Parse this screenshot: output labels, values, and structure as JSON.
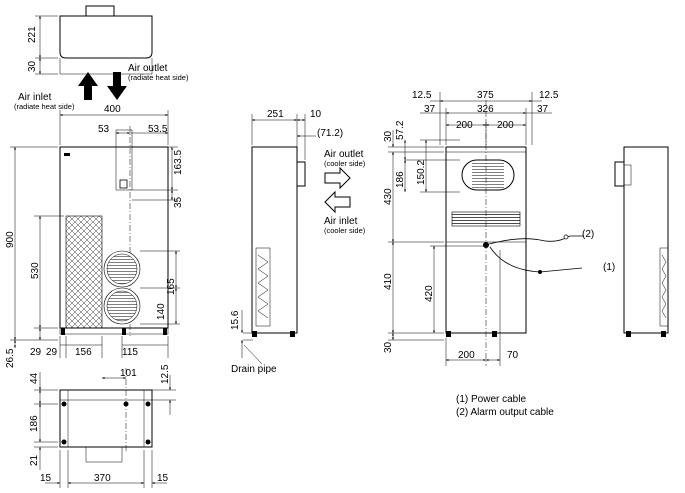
{
  "labels": {
    "air_inlet_top": "Air inlet",
    "air_inlet_top_sub": "(radiate heat side)",
    "air_outlet_top": "Air outlet",
    "air_outlet_top_sub": "(radiate heat side)",
    "air_outlet_side": "Air outlet",
    "air_outlet_side_sub": "(cooler side)",
    "air_inlet_side": "Air inlet",
    "air_inlet_side_sub": "(cooler side)",
    "drain_pipe": "Drain pipe",
    "cable_1_marker": "(1)",
    "cable_2_marker": "(2)",
    "legend_1": "(1) Power cable",
    "legend_2": "(2) Alarm output cable"
  },
  "dimensions": {
    "top_221": "221",
    "top_30": "30",
    "front_400": "400",
    "front_53": "53",
    "front_53_5": "53.5",
    "front_163_5": "163.5",
    "front_35": "35",
    "front_900": "900",
    "front_530": "530",
    "front_165": "165",
    "front_140": "140",
    "front_26_5": "26.5",
    "front_29_left": "29",
    "front_29_bottom": "29",
    "front_156": "156",
    "front_115": "115",
    "side_251": "251",
    "side_10": "10",
    "side_71_2": "(71.2)",
    "side_15_6": "15.6",
    "back_12_5_left": "12.5",
    "back_375": "375",
    "back_12_5_right": "12.5",
    "back_37_left": "37",
    "back_326": "326",
    "back_37_right": "37",
    "back_200_left": "200",
    "back_200_right": "200",
    "back_57_2": "57.2",
    "back_30_top": "30",
    "back_150_2": "150.2",
    "back_186": "186",
    "back_430": "430",
    "back_410": "410",
    "back_420": "420",
    "back_30_bottom": "30",
    "back_200_bottom": "200",
    "back_70": "70",
    "bottom_44": "44",
    "bottom_101": "101",
    "bottom_12_5": "12.5",
    "bottom_186": "186",
    "bottom_21": "21",
    "bottom_15_left": "15",
    "bottom_370": "370",
    "bottom_15_right": "15"
  }
}
